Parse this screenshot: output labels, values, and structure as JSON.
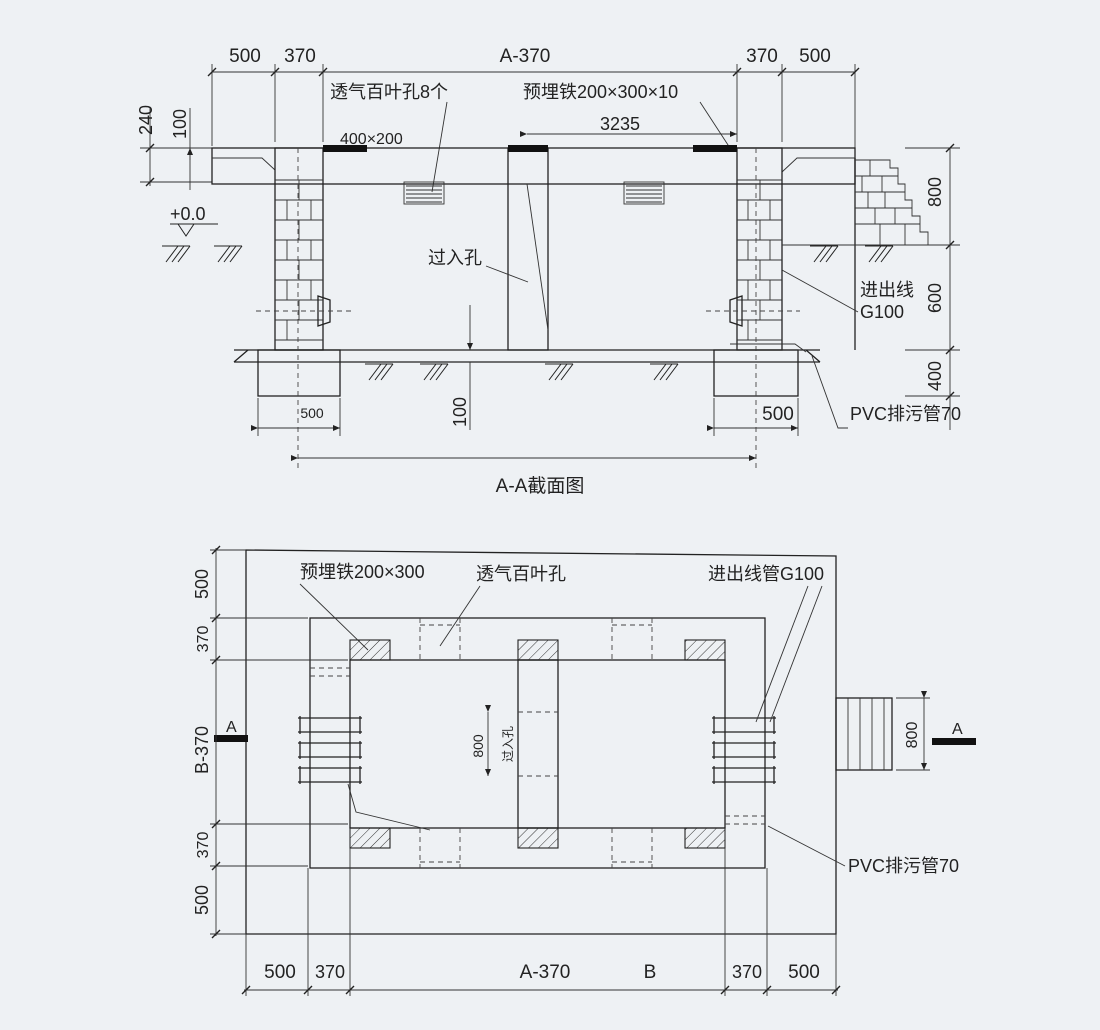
{
  "section": {
    "title": "A-A截面图",
    "dims_top": [
      "500",
      "370",
      "A-370",
      "370",
      "500"
    ],
    "vent_label": "透气百叶孔8个",
    "embed_label": "预埋铁200×300×10",
    "embed_size": "400×200",
    "embed_span": "3235",
    "left_dims": [
      "240",
      "100"
    ],
    "level": "+0.0",
    "manhole": "过入孔",
    "cable_label_1": "进出线",
    "cable_label_2": "G100",
    "right_dims": [
      "800",
      "600",
      "400"
    ],
    "bottom_100": "100",
    "bottom_500_left": "500",
    "bottom_500_right": "500",
    "pvc_label": "PVC排污管70"
  },
  "plan": {
    "embed_label": "预埋铁200×300",
    "vent_label": "透气百叶孔",
    "cable_label": "进出线管G100",
    "pvc_label": "PVC排污管70",
    "left_dims": [
      "500",
      "370",
      "B-370",
      "370",
      "500"
    ],
    "bottom_dims": [
      "500",
      "370",
      "A-370",
      "B",
      "370",
      "500"
    ],
    "manhole": "过入孔",
    "manhole_dim": "800",
    "step_dim": "800",
    "section_marker": "A"
  }
}
